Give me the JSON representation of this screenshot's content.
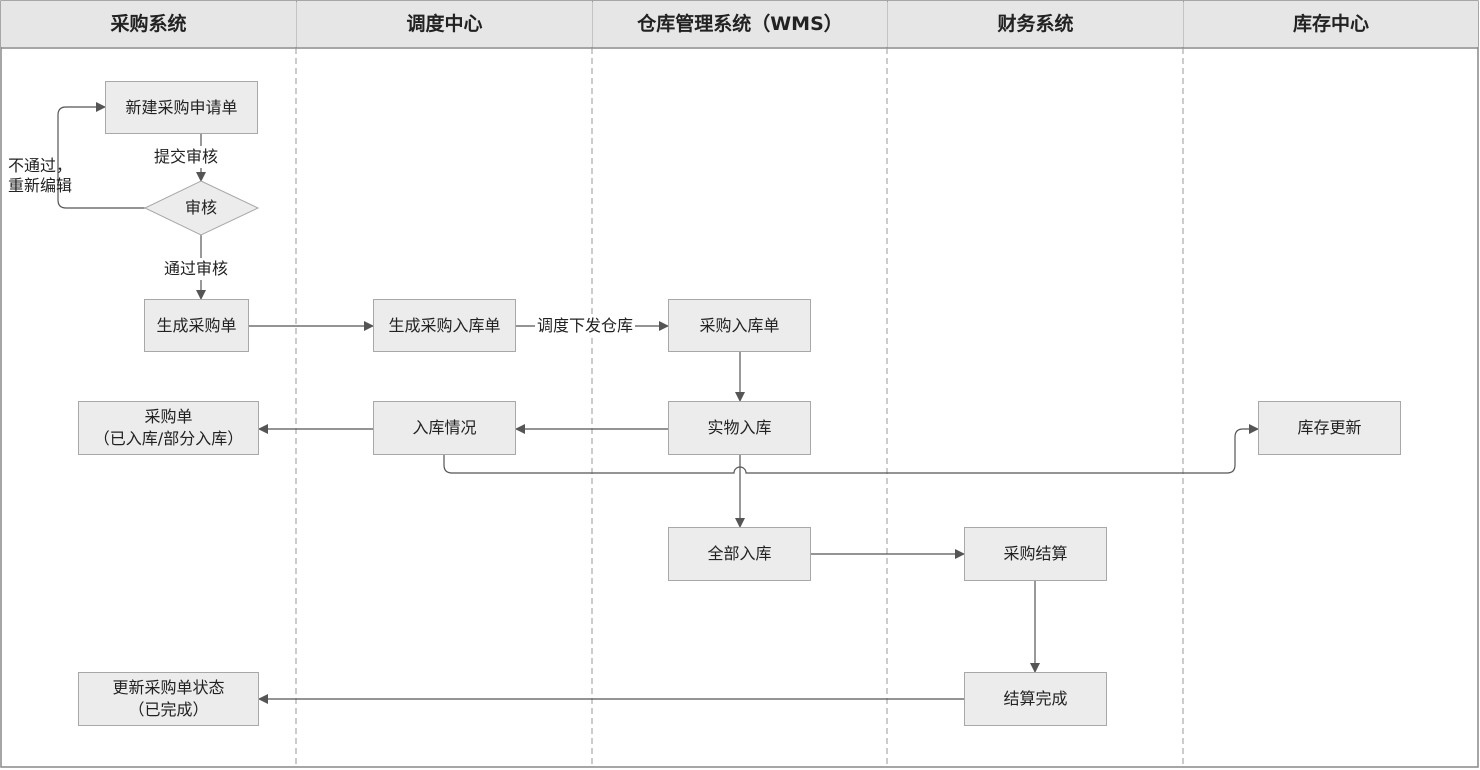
{
  "lanes": [
    "采购系统",
    "调度中心",
    "仓库管理系统（WMS）",
    "财务系统",
    "库存中心"
  ],
  "nodes": {
    "new_request": "新建采购申请单",
    "review": "审核",
    "gen_po": "生成采购单",
    "gen_inbound": "生成采购入库单",
    "po_inbound": "采购入库单",
    "physical_inbound": "实物入库",
    "inbound_status": "入库情况",
    "po_partial_l1": "采购单",
    "po_partial_l2": "（已入库/部分入库）",
    "all_inbound": "全部入库",
    "settlement": "采购结算",
    "settled": "结算完成",
    "update_po_l1": "更新采购单状态",
    "update_po_l2": "（已完成）",
    "stock_update": "库存更新"
  },
  "labels": {
    "submit": "提交审核",
    "reject_l1": "不通过，",
    "reject_l2": "重新编辑",
    "approve": "通过审核",
    "dispatch": "调度下发仓库"
  },
  "colors": {
    "box_fill": "#ececec",
    "box_border": "#a8a8a8",
    "line": "#555555",
    "header_fill": "#e6e6e6"
  }
}
